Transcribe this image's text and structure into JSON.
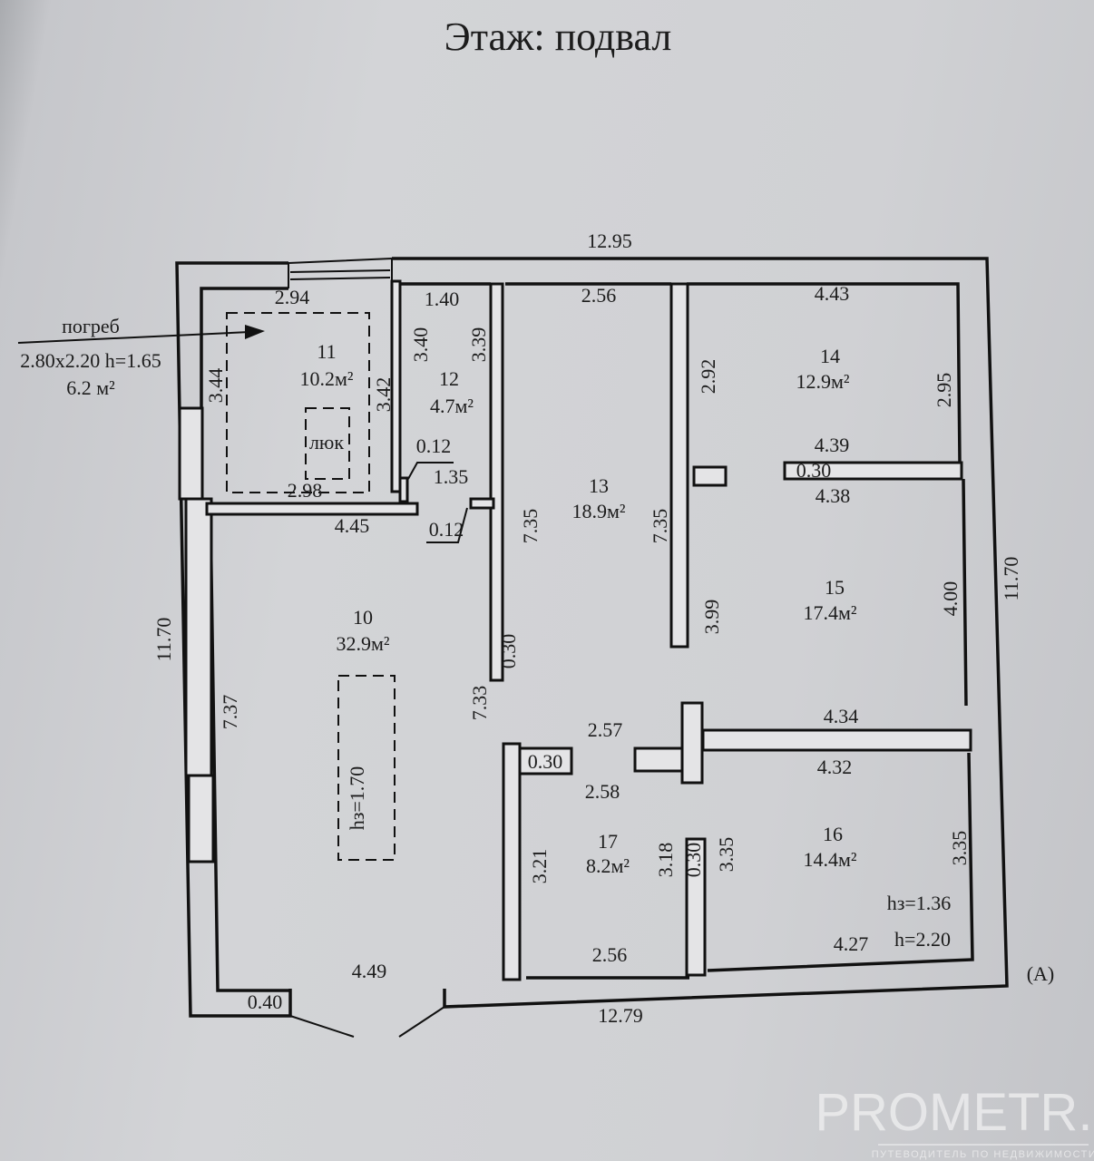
{
  "title": "Этаж: подвал",
  "cellar": {
    "label": "погреб",
    "size": "2.80x2.20 h=1.65",
    "area": "6.2 м²"
  },
  "rooms": [
    {
      "number": "10",
      "area": "32.9м²"
    },
    {
      "number": "11",
      "area": "10.2м²"
    },
    {
      "number": "12",
      "area": "4.7м²"
    },
    {
      "number": "13",
      "area": "18.9м²"
    },
    {
      "number": "14",
      "area": "12.9м²"
    },
    {
      "number": "15",
      "area": "17.4м²"
    },
    {
      "number": "16",
      "area": "14.4м²"
    },
    {
      "number": "17",
      "area": "8.2м²"
    }
  ],
  "hatch_label": "люк",
  "heights": {
    "room10": "hз=1.70",
    "room16_hz": "hз=1.36",
    "room16_h": "h=2.20"
  },
  "axis_label": "(A)",
  "dimensions": {
    "top_overall": "12.95",
    "bottom_overall": "12.79",
    "left_overall": "11.70",
    "right_overall": "11.70",
    "r11_top": "2.94",
    "r11_bottom": "2.98",
    "r11_left": "3.44",
    "r11_right": "3.42",
    "r12_top": "1.40",
    "r12_left": "3.40",
    "r12_right": "3.39",
    "r12_stub1": "0.12",
    "r12_bottom": "1.35",
    "r12_stub2": "0.12",
    "r10_top": "4.45",
    "r10_wall": "0.30",
    "r10_right": "7.33",
    "r10_left": "7.37",
    "r10_bottom": "4.49",
    "r10_corner": "0.40",
    "r13_top": "2.56",
    "r13_left": "7.35",
    "r13_right": "7.35",
    "r13_bottom": "2.57",
    "r14_top": "4.43",
    "r14_left": "2.92",
    "r14_right": "2.95",
    "r14_bottom": "4.39",
    "r15_wall": "0.30",
    "r15_top": "4.38",
    "r15_left": "3.99",
    "r15_right": "4.00",
    "r15_bottom": "4.34",
    "r17_wall": "0.30",
    "r17_top": "2.58",
    "r17_left": "3.21",
    "r17_right": "3.18",
    "r17_bottom": "2.56",
    "r16_top": "4.32",
    "r16_wall": "0.30",
    "r16_left": "3.35",
    "r16_right": "3.35",
    "r16_bottom": "4.27"
  },
  "watermark": {
    "brand": "PROMETR.by",
    "tagline": "ПУТЕВОДИТЕЛЬ ПО НЕДВИЖИМОСТИ"
  }
}
